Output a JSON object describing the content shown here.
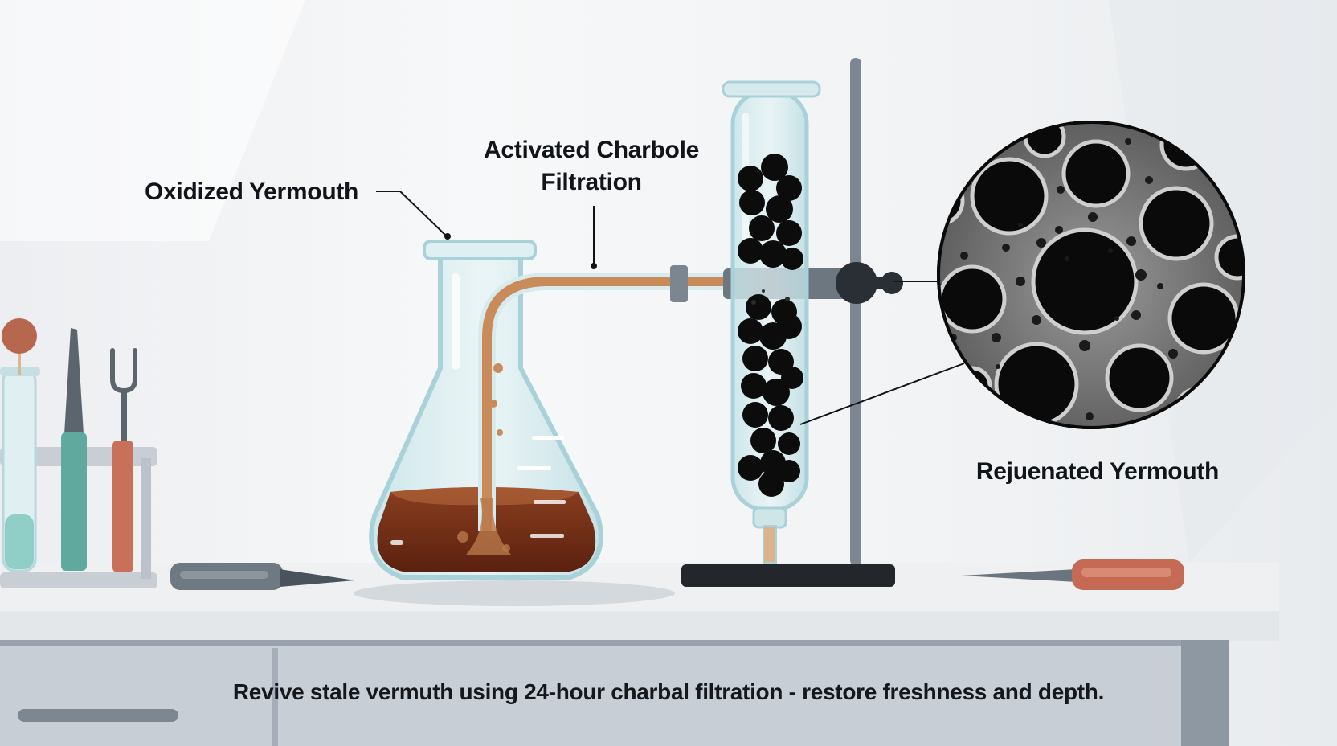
{
  "labels": {
    "oxidized": "Oxidized Yermouth",
    "filtration_line1": "Activated Charbole",
    "filtration_line2": "Filtration",
    "rejuvenated": "Rejuenated Yermouth"
  },
  "caption": "Revive stale vermuth using 24-hour charbal filtration - restore freshness and depth.",
  "colors": {
    "background": "#f3f4f6",
    "vermouth": "#6b2a14",
    "tube_liquid": "#c98b5a",
    "glass": "#d4ecef",
    "charcoal": "#0c0c0c",
    "stand_metal": "#7b8690",
    "bench_top": "#eef0f2",
    "bench_front": "#c5cbd3",
    "handle_accent": "#c8705a",
    "teal_accent": "#5aa89c"
  }
}
